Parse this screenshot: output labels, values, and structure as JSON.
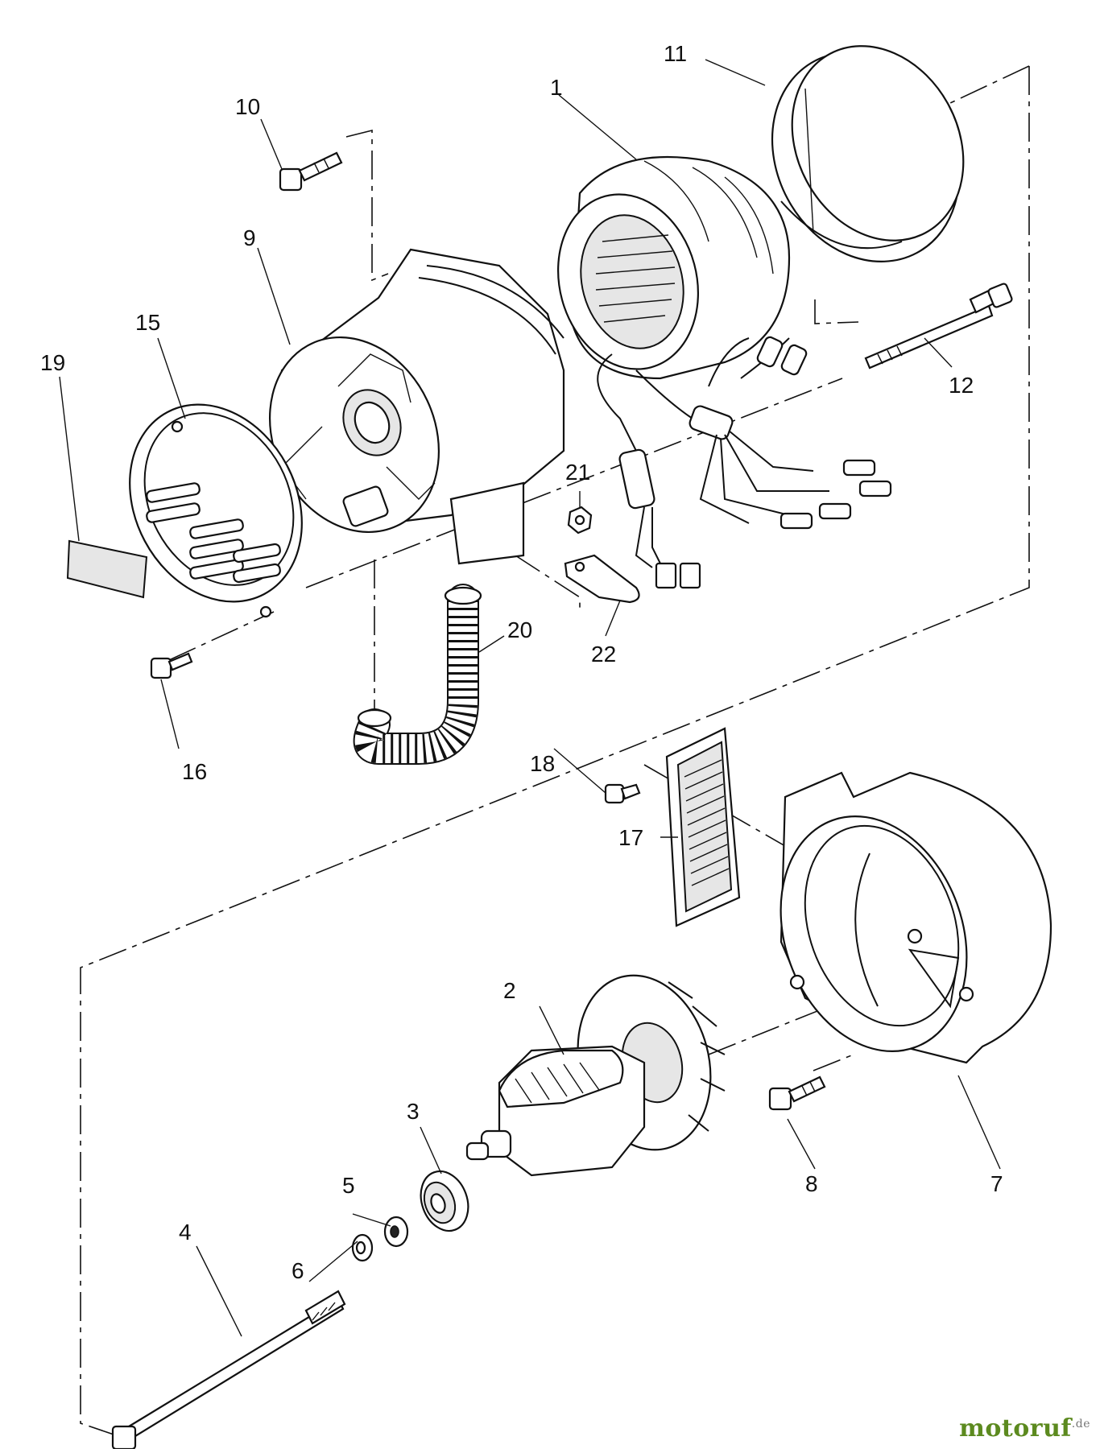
{
  "labels": [
    {
      "id": "1",
      "text": "1"
    },
    {
      "id": "2",
      "text": "2"
    },
    {
      "id": "3",
      "text": "3"
    },
    {
      "id": "4",
      "text": "4"
    },
    {
      "id": "5",
      "text": "5"
    },
    {
      "id": "6",
      "text": "6"
    },
    {
      "id": "7",
      "text": "7"
    },
    {
      "id": "8",
      "text": "8"
    },
    {
      "id": "9",
      "text": "9"
    },
    {
      "id": "10",
      "text": "10"
    },
    {
      "id": "11",
      "text": "11"
    },
    {
      "id": "12",
      "text": "12"
    },
    {
      "id": "15",
      "text": "15"
    },
    {
      "id": "16",
      "text": "16"
    },
    {
      "id": "17",
      "text": "17"
    },
    {
      "id": "18",
      "text": "18"
    },
    {
      "id": "19",
      "text": "19"
    },
    {
      "id": "20",
      "text": "20"
    },
    {
      "id": "21",
      "text": "21"
    },
    {
      "id": "22",
      "text": "22"
    }
  ],
  "watermark": {
    "brand": "motoruf",
    "suffix": ".de"
  },
  "colors": {
    "line": "#111111",
    "background": "#ffffff",
    "brand": "#5c8a1f"
  }
}
